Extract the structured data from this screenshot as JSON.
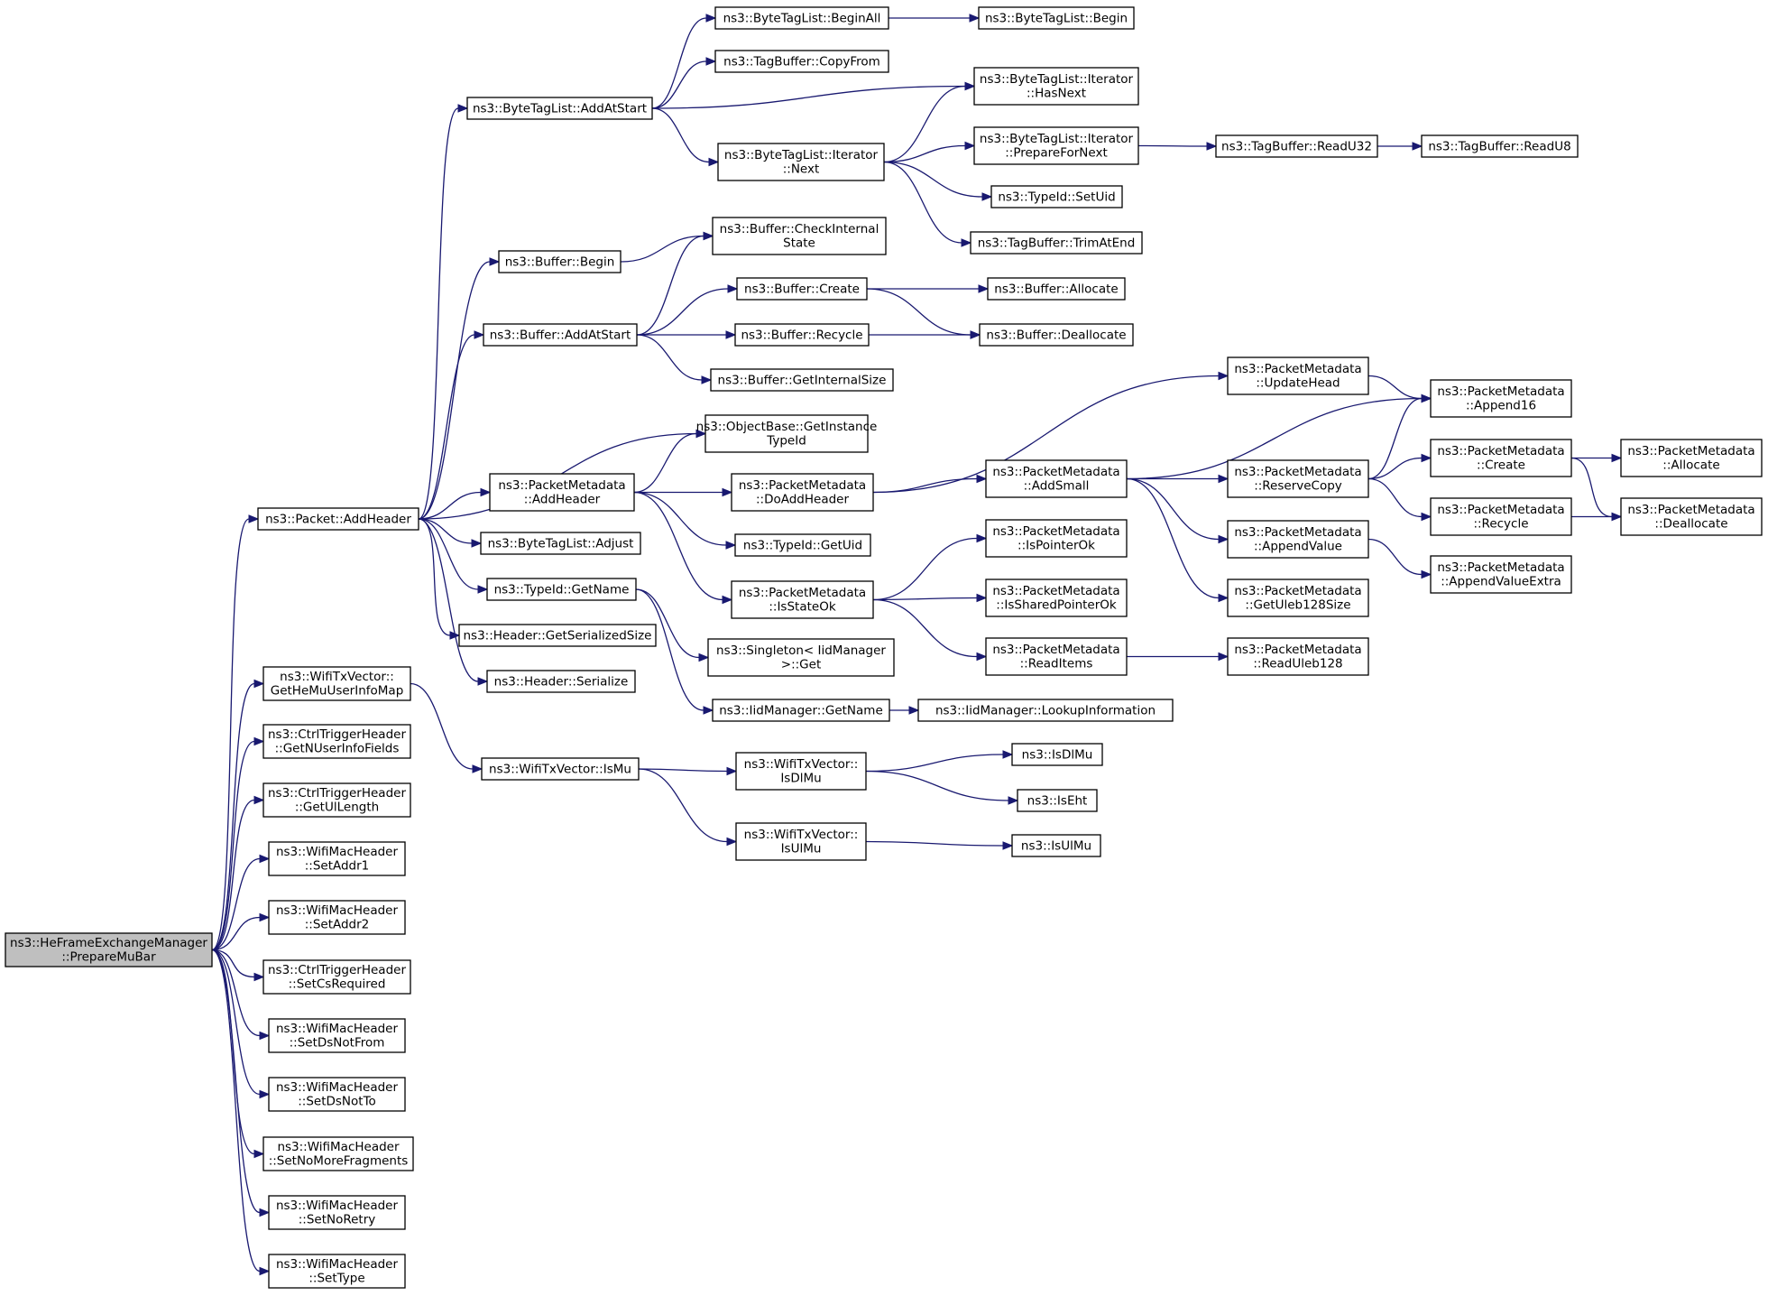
{
  "graph": {
    "root": "n0",
    "colors": {
      "edge": "#191970",
      "node_border": "#000000",
      "node_fill": "#ffffff",
      "root_fill": "#bfbfbf"
    },
    "nodes": [
      {
        "id": "n0",
        "lines": [
          "ns3::HeFrameExchangeManager",
          "::PrepareMuBar"
        ]
      },
      {
        "id": "n1",
        "lines": [
          "ns3::Packet::AddHeader"
        ]
      },
      {
        "id": "n2",
        "lines": [
          "ns3::WifiTxVector::",
          "GetHeMuUserInfoMap"
        ]
      },
      {
        "id": "n3",
        "lines": [
          "ns3::CtrlTriggerHeader",
          "::GetNUserInfoFields"
        ]
      },
      {
        "id": "n4",
        "lines": [
          "ns3::CtrlTriggerHeader",
          "::GetUlLength"
        ]
      },
      {
        "id": "n5",
        "lines": [
          "ns3::WifiMacHeader",
          "::SetAddr1"
        ]
      },
      {
        "id": "n6",
        "lines": [
          "ns3::WifiMacHeader",
          "::SetAddr2"
        ]
      },
      {
        "id": "n7",
        "lines": [
          "ns3::CtrlTriggerHeader",
          "::SetCsRequired"
        ]
      },
      {
        "id": "n8",
        "lines": [
          "ns3::WifiMacHeader",
          "::SetDsNotFrom"
        ]
      },
      {
        "id": "n9",
        "lines": [
          "ns3::WifiMacHeader",
          "::SetDsNotTo"
        ]
      },
      {
        "id": "n10",
        "lines": [
          "ns3::WifiMacHeader",
          "::SetNoMoreFragments"
        ]
      },
      {
        "id": "n11",
        "lines": [
          "ns3::WifiMacHeader",
          "::SetNoRetry"
        ]
      },
      {
        "id": "n12",
        "lines": [
          "ns3::WifiMacHeader",
          "::SetType"
        ]
      },
      {
        "id": "n13",
        "lines": [
          "ns3::ByteTagList::AddAtStart"
        ]
      },
      {
        "id": "n14",
        "lines": [
          "ns3::Buffer::Begin"
        ]
      },
      {
        "id": "n15",
        "lines": [
          "ns3::Buffer::AddAtStart"
        ]
      },
      {
        "id": "n16",
        "lines": [
          "ns3::ObjectBase::GetInstance",
          "TypeId"
        ]
      },
      {
        "id": "n17",
        "lines": [
          "ns3::PacketMetadata",
          "::AddHeader"
        ]
      },
      {
        "id": "n18",
        "lines": [
          "ns3::ByteTagList::Adjust"
        ]
      },
      {
        "id": "n19",
        "lines": [
          "ns3::TypeId::GetName"
        ]
      },
      {
        "id": "n20",
        "lines": [
          "ns3::Header::GetSerializedSize"
        ]
      },
      {
        "id": "n21",
        "lines": [
          "ns3::Header::Serialize"
        ]
      },
      {
        "id": "n22",
        "lines": [
          "ns3::WifiTxVector::IsMu"
        ]
      },
      {
        "id": "n23",
        "lines": [
          "ns3::ByteTagList::BeginAll"
        ]
      },
      {
        "id": "n24",
        "lines": [
          "ns3::TagBuffer::CopyFrom"
        ]
      },
      {
        "id": "n25",
        "lines": [
          "ns3::ByteTagList::Iterator",
          "::Next"
        ]
      },
      {
        "id": "n26",
        "lines": [
          "ns3::Buffer::CheckInternal",
          "State"
        ]
      },
      {
        "id": "n27",
        "lines": [
          "ns3::Buffer::Create"
        ]
      },
      {
        "id": "n28",
        "lines": [
          "ns3::Buffer::Recycle"
        ]
      },
      {
        "id": "n29",
        "lines": [
          "ns3::Buffer::GetInternalSize"
        ]
      },
      {
        "id": "n30",
        "lines": [
          "ns3::PacketMetadata",
          "::DoAddHeader"
        ]
      },
      {
        "id": "n31",
        "lines": [
          "ns3::TypeId::GetUid"
        ]
      },
      {
        "id": "n32",
        "lines": [
          "ns3::PacketMetadata",
          "::IsStateOk"
        ]
      },
      {
        "id": "n33",
        "lines": [
          "ns3::Singleton< IidManager",
          ">::Get"
        ]
      },
      {
        "id": "n34",
        "lines": [
          "ns3::IidManager::GetName"
        ]
      },
      {
        "id": "n35",
        "lines": [
          "ns3::WifiTxVector::",
          "IsDlMu"
        ]
      },
      {
        "id": "n36",
        "lines": [
          "ns3::WifiTxVector::",
          "IsUlMu"
        ]
      },
      {
        "id": "n37",
        "lines": [
          "ns3::ByteTagList::Begin"
        ]
      },
      {
        "id": "n38",
        "lines": [
          "ns3::ByteTagList::Iterator",
          "::HasNext"
        ]
      },
      {
        "id": "n39",
        "lines": [
          "ns3::ByteTagList::Iterator",
          "::PrepareForNext"
        ]
      },
      {
        "id": "n40",
        "lines": [
          "ns3::TypeId::SetUid"
        ]
      },
      {
        "id": "n41",
        "lines": [
          "ns3::TagBuffer::TrimAtEnd"
        ]
      },
      {
        "id": "n42",
        "lines": [
          "ns3::Buffer::Allocate"
        ]
      },
      {
        "id": "n43",
        "lines": [
          "ns3::Buffer::Deallocate"
        ]
      },
      {
        "id": "n44",
        "lines": [
          "ns3::PacketMetadata",
          "::AddSmall"
        ]
      },
      {
        "id": "n45",
        "lines": [
          "ns3::PacketMetadata",
          "::IsPointerOk"
        ]
      },
      {
        "id": "n46",
        "lines": [
          "ns3::PacketMetadata",
          "::IsSharedPointerOk"
        ]
      },
      {
        "id": "n47",
        "lines": [
          "ns3::PacketMetadata",
          "::ReadItems"
        ]
      },
      {
        "id": "n48",
        "lines": [
          "ns3::IidManager::LookupInformation"
        ]
      },
      {
        "id": "n49",
        "lines": [
          "ns3::IsDlMu"
        ]
      },
      {
        "id": "n50",
        "lines": [
          "ns3::IsEht"
        ]
      },
      {
        "id": "n51",
        "lines": [
          "ns3::IsUlMu"
        ]
      },
      {
        "id": "n52",
        "lines": [
          "ns3::TagBuffer::ReadU32"
        ]
      },
      {
        "id": "n53",
        "lines": [
          "ns3::PacketMetadata",
          "::UpdateHead"
        ]
      },
      {
        "id": "n54",
        "lines": [
          "ns3::PacketMetadata",
          "::ReserveCopy"
        ]
      },
      {
        "id": "n55",
        "lines": [
          "ns3::PacketMetadata",
          "::AppendValue"
        ]
      },
      {
        "id": "n56",
        "lines": [
          "ns3::PacketMetadata",
          "::GetUleb128Size"
        ]
      },
      {
        "id": "n57",
        "lines": [
          "ns3::PacketMetadata",
          "::ReadUleb128"
        ]
      },
      {
        "id": "n58",
        "lines": [
          "ns3::TagBuffer::ReadU8"
        ]
      },
      {
        "id": "n59",
        "lines": [
          "ns3::PacketMetadata",
          "::Append16"
        ]
      },
      {
        "id": "n60",
        "lines": [
          "ns3::PacketMetadata",
          "::Create"
        ]
      },
      {
        "id": "n61",
        "lines": [
          "ns3::PacketMetadata",
          "::Recycle"
        ]
      },
      {
        "id": "n62",
        "lines": [
          "ns3::PacketMetadata",
          "::AppendValueExtra"
        ]
      },
      {
        "id": "n63",
        "lines": [
          "ns3::PacketMetadata",
          "::Allocate"
        ]
      },
      {
        "id": "n64",
        "lines": [
          "ns3::PacketMetadata",
          "::Deallocate"
        ]
      }
    ],
    "edges": [
      [
        "n0",
        "n1"
      ],
      [
        "n0",
        "n2"
      ],
      [
        "n0",
        "n3"
      ],
      [
        "n0",
        "n4"
      ],
      [
        "n0",
        "n5"
      ],
      [
        "n0",
        "n6"
      ],
      [
        "n0",
        "n7"
      ],
      [
        "n0",
        "n8"
      ],
      [
        "n0",
        "n9"
      ],
      [
        "n0",
        "n10"
      ],
      [
        "n0",
        "n11"
      ],
      [
        "n0",
        "n12"
      ],
      [
        "n1",
        "n13"
      ],
      [
        "n1",
        "n14"
      ],
      [
        "n1",
        "n15"
      ],
      [
        "n1",
        "n16"
      ],
      [
        "n1",
        "n17"
      ],
      [
        "n1",
        "n18"
      ],
      [
        "n1",
        "n19"
      ],
      [
        "n1",
        "n20"
      ],
      [
        "n1",
        "n21"
      ],
      [
        "n2",
        "n22"
      ],
      [
        "n13",
        "n23"
      ],
      [
        "n13",
        "n24"
      ],
      [
        "n13",
        "n38"
      ],
      [
        "n13",
        "n25"
      ],
      [
        "n23",
        "n37"
      ],
      [
        "n25",
        "n38"
      ],
      [
        "n25",
        "n39"
      ],
      [
        "n25",
        "n40"
      ],
      [
        "n25",
        "n41"
      ],
      [
        "n39",
        "n52"
      ],
      [
        "n52",
        "n58"
      ],
      [
        "n14",
        "n26"
      ],
      [
        "n15",
        "n26"
      ],
      [
        "n15",
        "n27"
      ],
      [
        "n15",
        "n28"
      ],
      [
        "n15",
        "n29"
      ],
      [
        "n27",
        "n42"
      ],
      [
        "n27",
        "n43"
      ],
      [
        "n28",
        "n43"
      ],
      [
        "n17",
        "n16"
      ],
      [
        "n17",
        "n30"
      ],
      [
        "n17",
        "n31"
      ],
      [
        "n17",
        "n32"
      ],
      [
        "n30",
        "n53"
      ],
      [
        "n30",
        "n44"
      ],
      [
        "n53",
        "n59"
      ],
      [
        "n44",
        "n59"
      ],
      [
        "n44",
        "n54"
      ],
      [
        "n44",
        "n55"
      ],
      [
        "n44",
        "n56"
      ],
      [
        "n54",
        "n59"
      ],
      [
        "n54",
        "n60"
      ],
      [
        "n54",
        "n61"
      ],
      [
        "n60",
        "n63"
      ],
      [
        "n60",
        "n64"
      ],
      [
        "n61",
        "n64"
      ],
      [
        "n55",
        "n62"
      ],
      [
        "n32",
        "n45"
      ],
      [
        "n32",
        "n46"
      ],
      [
        "n32",
        "n47"
      ],
      [
        "n47",
        "n57"
      ],
      [
        "n19",
        "n33"
      ],
      [
        "n19",
        "n34"
      ],
      [
        "n34",
        "n48"
      ],
      [
        "n22",
        "n35"
      ],
      [
        "n22",
        "n36"
      ],
      [
        "n35",
        "n49"
      ],
      [
        "n35",
        "n50"
      ],
      [
        "n36",
        "n51"
      ]
    ]
  }
}
